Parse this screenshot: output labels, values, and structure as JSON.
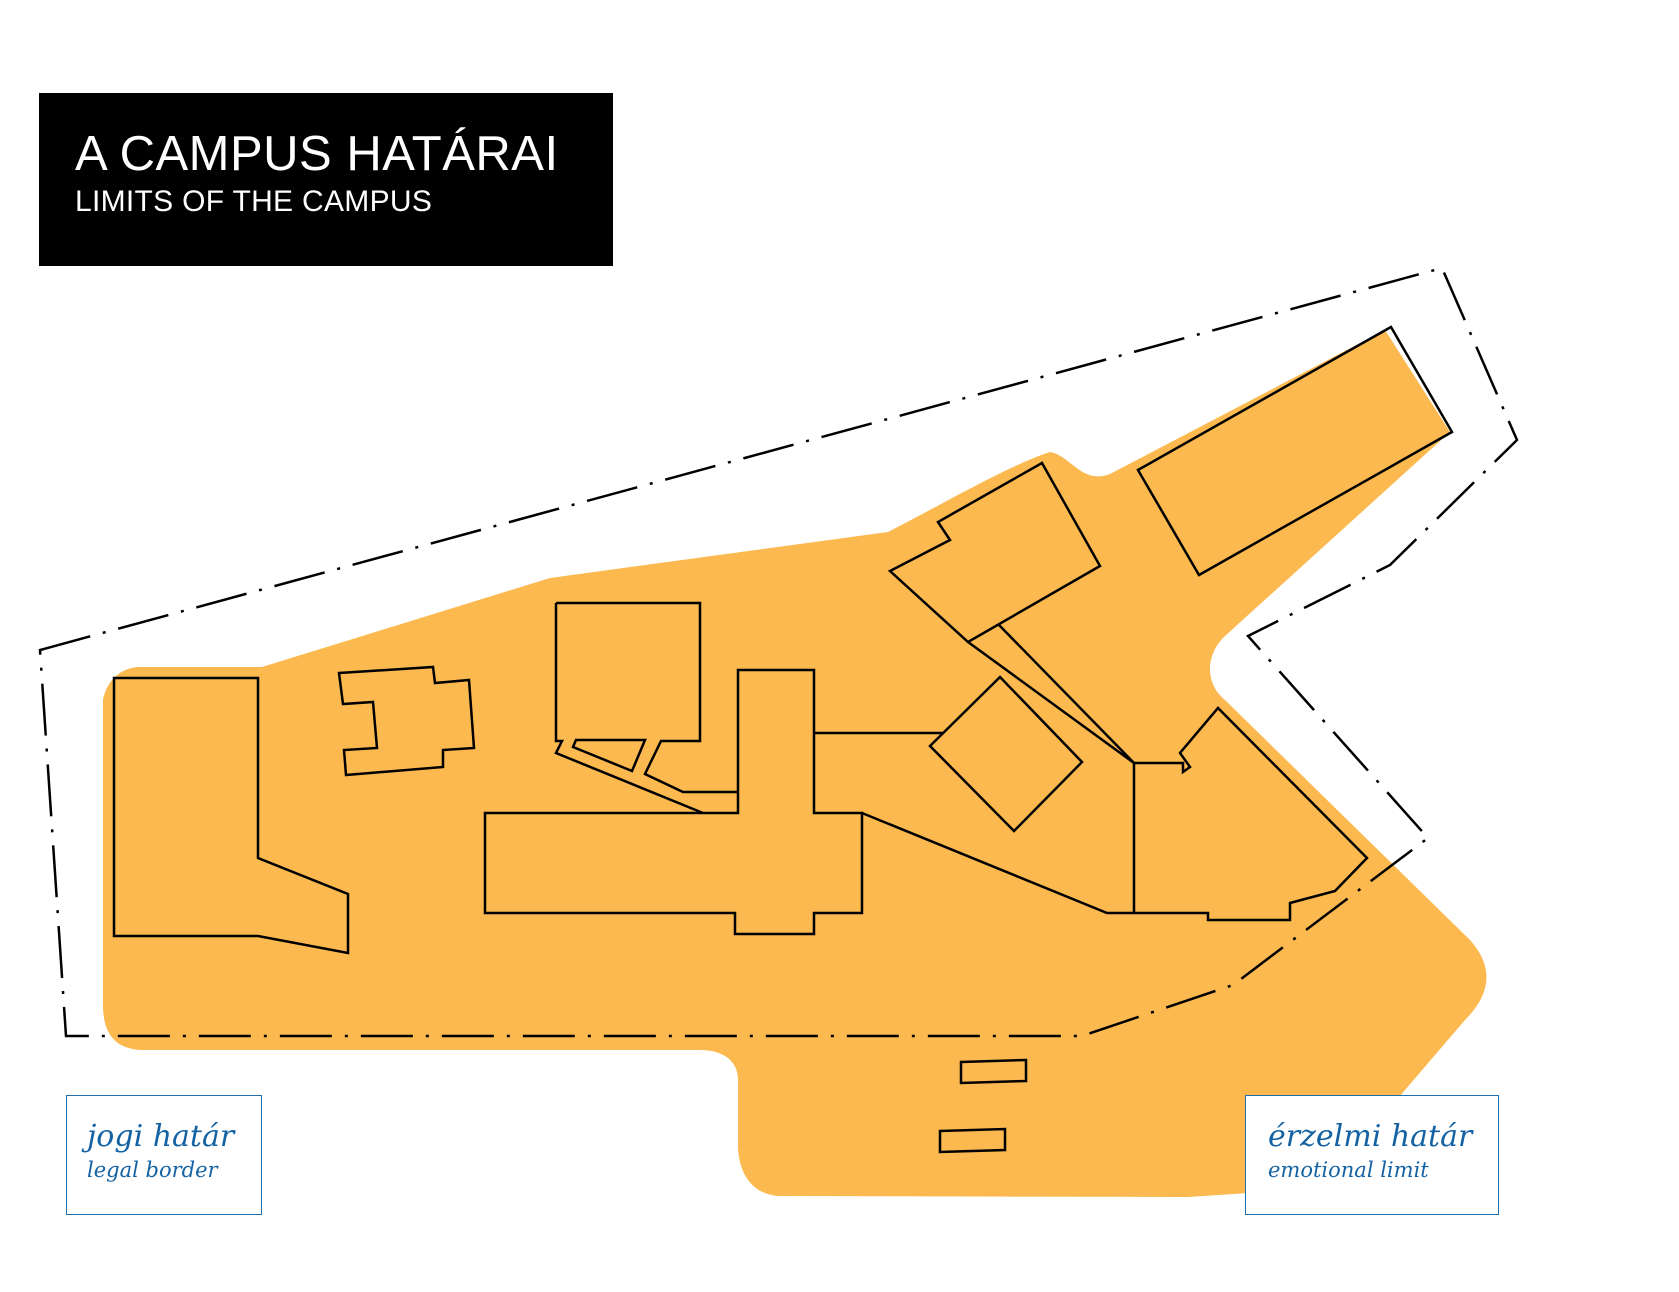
{
  "title": {
    "main": "A CAMPUS HATÁRAI",
    "sub": "LIMITS OF THE CAMPUS"
  },
  "legend": {
    "legal": {
      "main": "jogi határ",
      "sub": "legal border"
    },
    "emotional": {
      "main": "érzelmi határ",
      "sub": "emotional limit"
    }
  },
  "colors": {
    "emotional_area": "#fbb94f",
    "outline": "#000000",
    "legend_text": "#1462a3",
    "legend_border": "#1f6fae",
    "title_bg": "#000000",
    "title_text": "#ffffff"
  }
}
